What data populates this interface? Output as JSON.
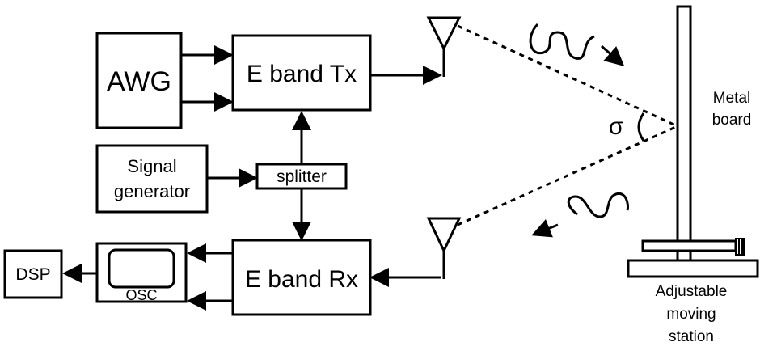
{
  "blocks": {
    "awg": "AWG",
    "tx": "E band Tx",
    "signal_gen_line1": "Signal",
    "signal_gen_line2": "generator",
    "splitter": "splitter",
    "rx": "E band Rx",
    "osc": "OSC",
    "dsp": "DSP"
  },
  "labels": {
    "sigma": "σ",
    "metal_line1": "Metal",
    "metal_line2": "board",
    "station_line1": "Adjustable",
    "station_line2": "moving",
    "station_line3": "station"
  }
}
